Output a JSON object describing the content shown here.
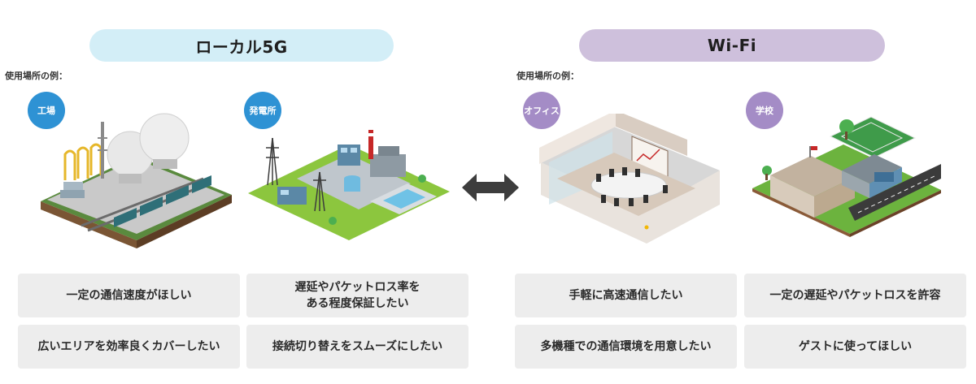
{
  "left": {
    "title": "ローカル5G",
    "example_label": "使用場所の例：",
    "scenes": [
      {
        "label": "工場",
        "icon": "factory-icon"
      },
      {
        "label": "発電所",
        "icon": "power-plant-icon"
      }
    ],
    "requirements": [
      {
        "lines": [
          "一定の通信速度がほしい"
        ]
      },
      {
        "lines": [
          "遅延やパケットロス率を",
          "ある程度保証したい"
        ]
      },
      {
        "lines": [
          "広いエリアを効率良くカバーしたい"
        ]
      },
      {
        "lines": [
          "接続切り替えをスムーズにしたい"
        ]
      }
    ]
  },
  "right": {
    "title": "Wi-Fi",
    "example_label": "使用場所の例：",
    "scenes": [
      {
        "label": "オフィス",
        "icon": "office-icon"
      },
      {
        "label": "学校",
        "icon": "school-icon"
      }
    ],
    "requirements": [
      {
        "lines": [
          "手軽に高速通信したい"
        ]
      },
      {
        "lines": [
          "一定の遅延やパケットロスを許容"
        ]
      },
      {
        "lines": [
          "多機種での通信環境を用意したい"
        ]
      },
      {
        "lines": [
          "ゲストに使ってほしい"
        ]
      }
    ]
  },
  "colors": {
    "local5g_accent": "#2e92d4",
    "local5g_header": "#d3eef7",
    "wifi_accent": "#a48cc6",
    "wifi_header": "#cec0dc",
    "card_background": "#ededed"
  }
}
